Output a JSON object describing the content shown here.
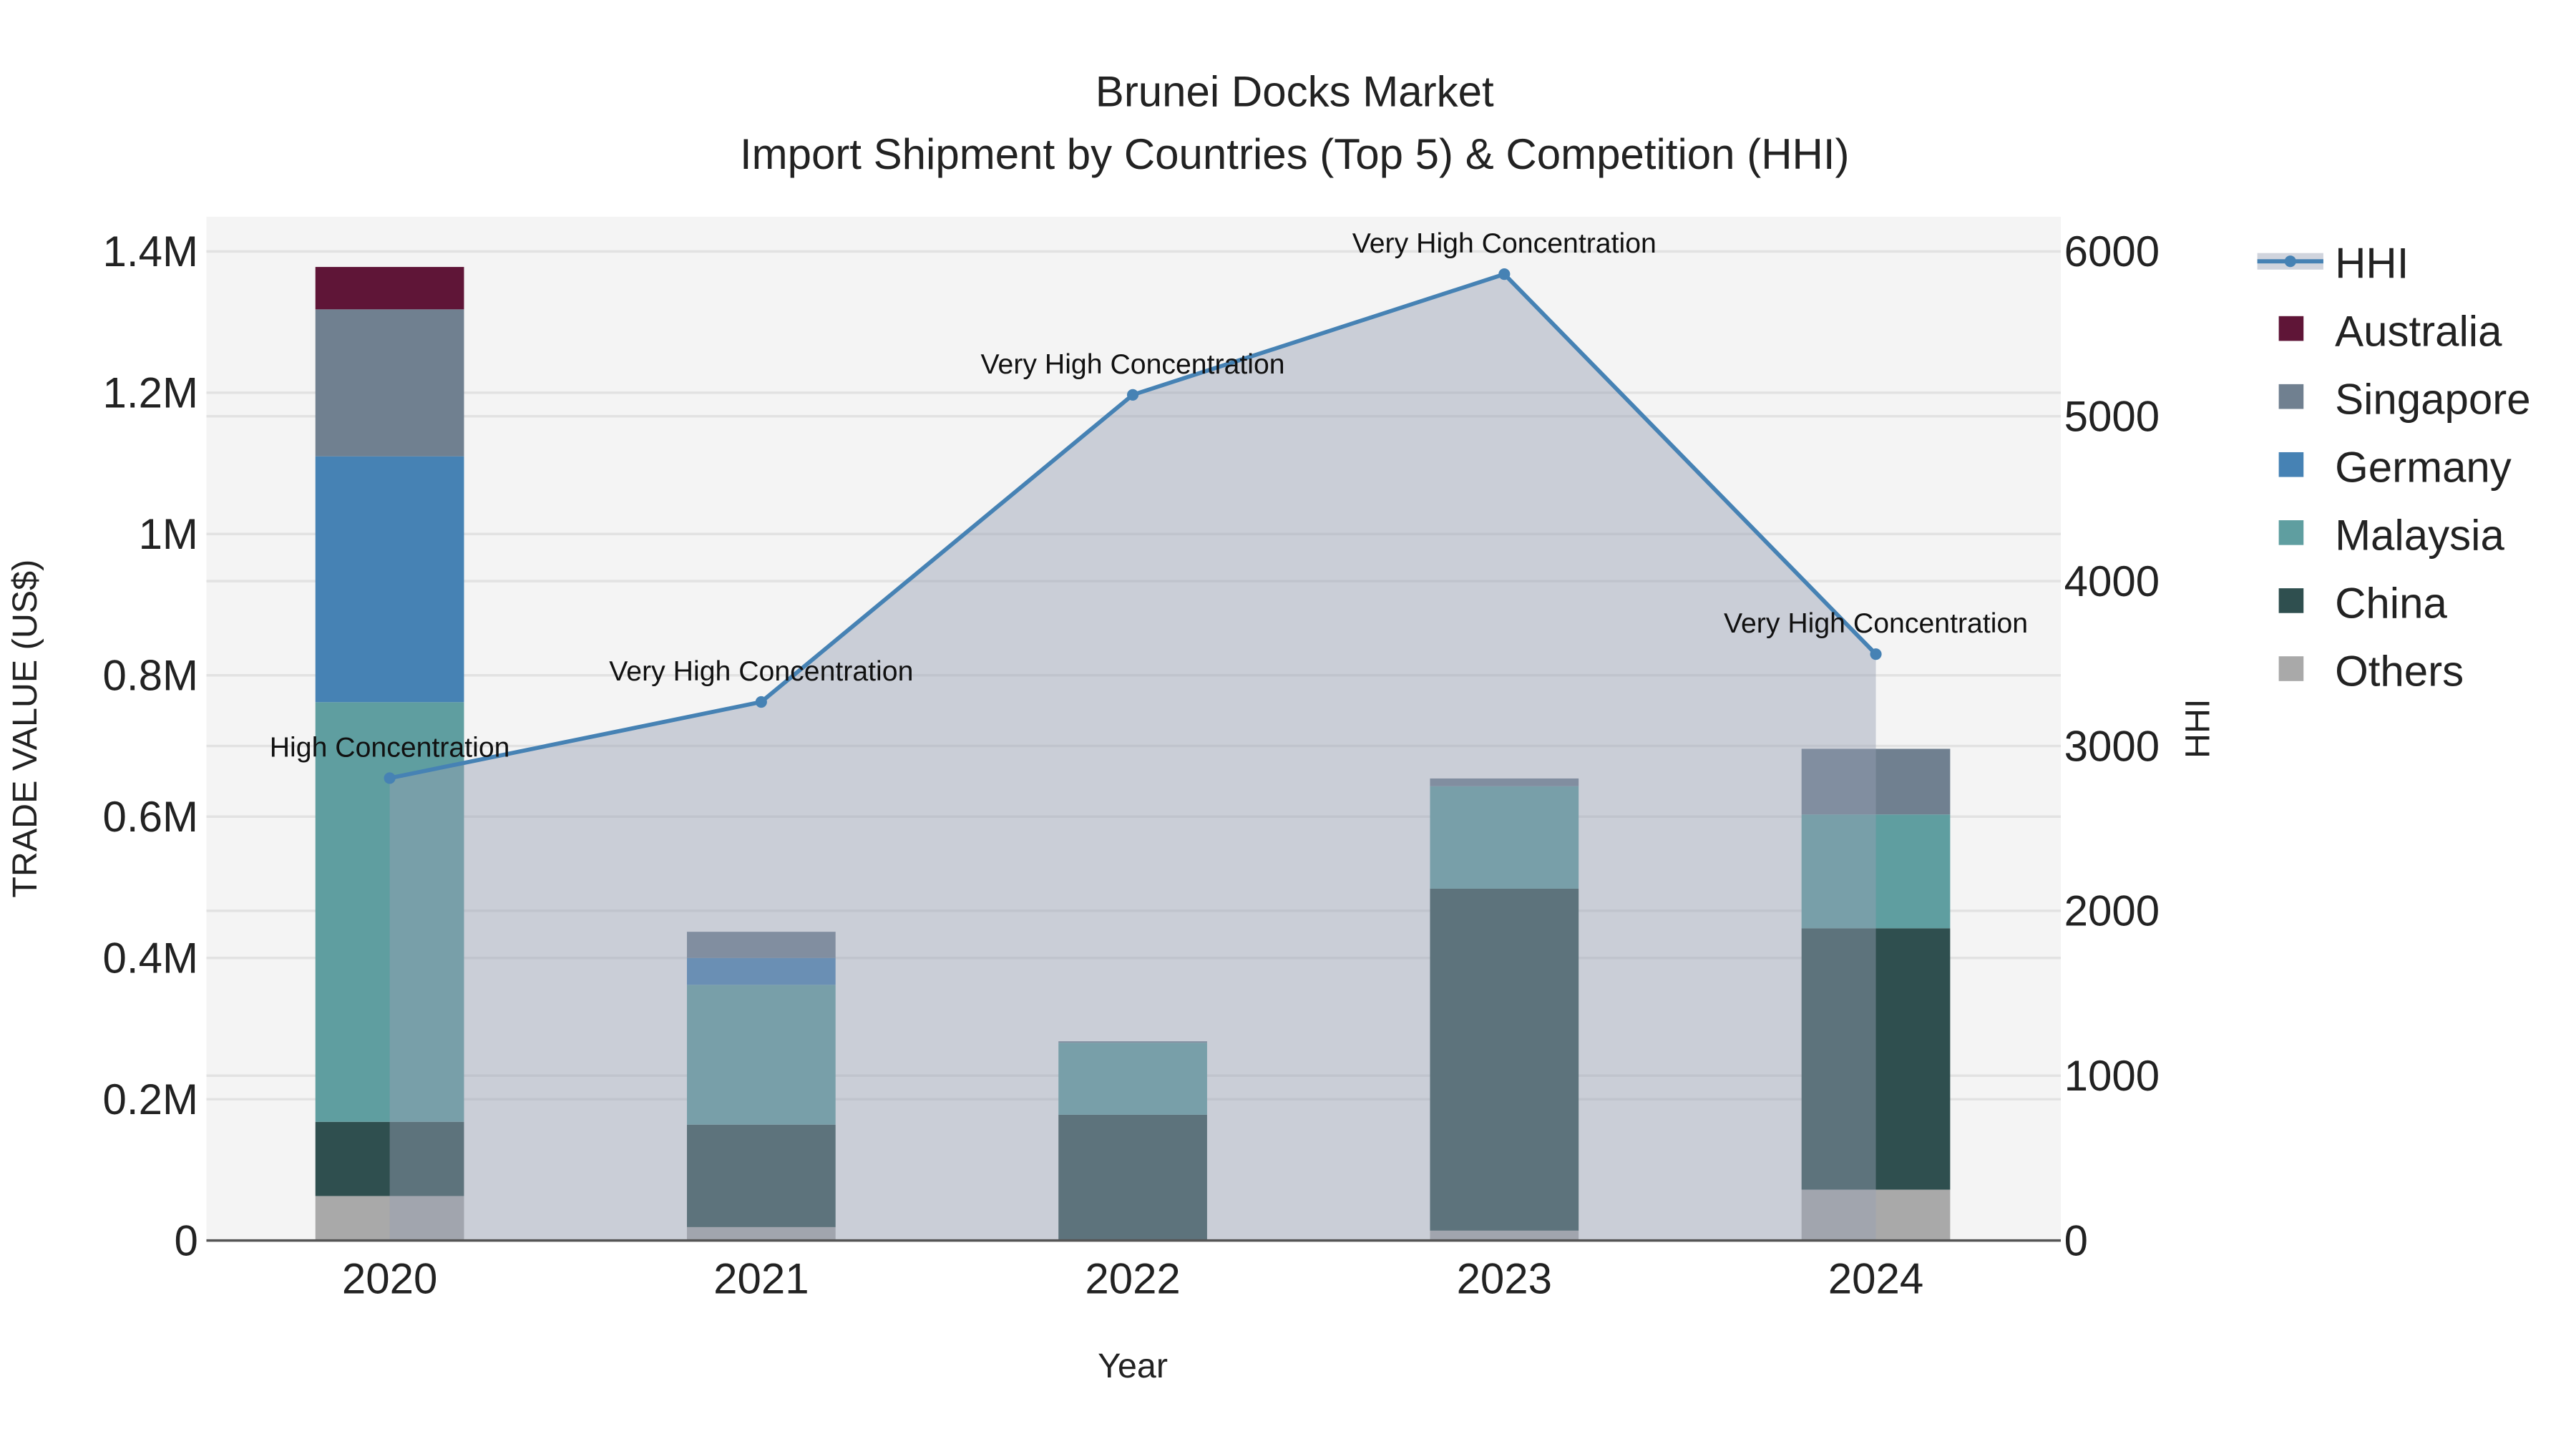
{
  "chart_data": {
    "type": "bar",
    "title": "Brunei Docks Market",
    "subtitle": "Import Shipment by Countries (Top 5) & Competition (HHI)",
    "xlabel": "Year",
    "ylabel": "TRADE VALUE (US$)",
    "y2label": "HHI",
    "categories": [
      "2020",
      "2021",
      "2022",
      "2023",
      "2024"
    ],
    "ylim": [
      0,
      1450000
    ],
    "y2lim": [
      0,
      6200
    ],
    "yticks": [
      0,
      200000,
      400000,
      600000,
      800000,
      1000000,
      1200000,
      1400000
    ],
    "ytick_labels": [
      "0",
      "0.2M",
      "0.4M",
      "0.6M",
      "0.8M",
      "1M",
      "1.2M",
      "1.4M"
    ],
    "y2ticks": [
      0,
      1000,
      2000,
      3000,
      4000,
      5000,
      6000
    ],
    "y2tick_labels": [
      "0",
      "1000",
      "2000",
      "3000",
      "4000",
      "5000",
      "6000"
    ],
    "grid": true,
    "legend_placement": "right",
    "stacked": true,
    "series": [
      {
        "name": "Others",
        "color": "#a9a9a9",
        "values": [
          63000,
          19000,
          0,
          14000,
          72000
        ]
      },
      {
        "name": "China",
        "color": "#2f4f4f",
        "values": [
          105000,
          145000,
          178000,
          484000,
          370000
        ]
      },
      {
        "name": "Malaysia",
        "color": "#5f9ea0",
        "values": [
          594000,
          198000,
          102000,
          145000,
          161000
        ]
      },
      {
        "name": "Germany",
        "color": "#4682b4",
        "values": [
          348000,
          38000,
          0,
          0,
          0
        ]
      },
      {
        "name": "Singapore",
        "color": "#708090",
        "values": [
          208000,
          37000,
          2000,
          11000,
          93000
        ]
      },
      {
        "name": "Australia",
        "color": "#5f1537",
        "values": [
          60000,
          0,
          0,
          0,
          0
        ]
      }
    ],
    "line": {
      "name": "HHI",
      "color": "#4682b4",
      "axis": "right",
      "values": [
        2805,
        3267,
        5130,
        5862,
        3557
      ],
      "annotations": [
        "High Concentration",
        "Very High Concentration",
        "Very High Concentration",
        "Very High Concentration",
        "Very High Concentration"
      ]
    },
    "legend_order": [
      "HHI",
      "Australia",
      "Singapore",
      "Germany",
      "Malaysia",
      "China",
      "Others"
    ]
  }
}
